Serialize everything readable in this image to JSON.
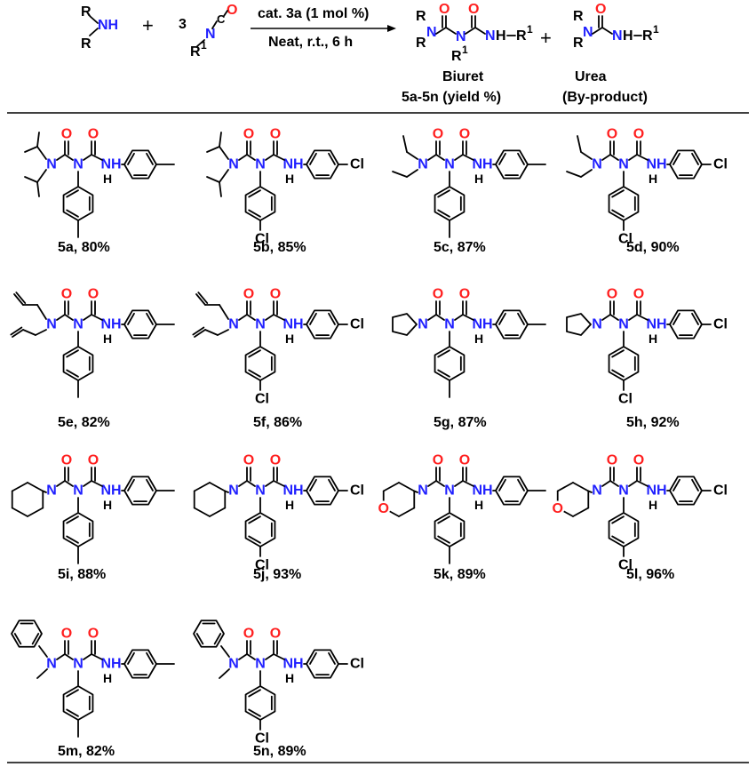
{
  "colors": {
    "nitrogen": "#1f1fff",
    "oxygen": "#ff1f1f",
    "carbon": "#000000"
  },
  "atoms": {
    "N": "N",
    "O": "O",
    "H": "H",
    "NH": "NH",
    "Cl": "Cl",
    "R": "R",
    "R1": "R",
    "sup1": "1"
  },
  "reaction": {
    "amine_R_top": "R",
    "amine_R_bottom": "R",
    "amine_NH": "NH",
    "plus1": "+",
    "coeff": "3",
    "isocyanate_N": "N",
    "isocyanate_C": "C",
    "isocyanate_O": "O",
    "isocyanate_R": "R",
    "isocyanate_sup": "1",
    "cond_top": "cat. 3a (1 mol %)",
    "cond_bottom": "Neat, r.t., 6 h",
    "plus2": "+",
    "biuret_label": "Biuret",
    "biuret_sub": "5a-5n (yield %)",
    "urea_label": "Urea",
    "urea_sub": "(By-product)"
  },
  "products": [
    {
      "id": "5a",
      "label": "5a, 80%"
    },
    {
      "id": "5b",
      "label": "5b, 85%"
    },
    {
      "id": "5c",
      "label": "5c, 87%"
    },
    {
      "id": "5d",
      "label": "5d, 90%"
    },
    {
      "id": "5e",
      "label": "5e, 82%"
    },
    {
      "id": "5f",
      "label": "5f, 86%"
    },
    {
      "id": "5g",
      "label": "5g, 87%"
    },
    {
      "id": "5h",
      "label": "5h, 92%"
    },
    {
      "id": "5i",
      "label": "5i, 88%"
    },
    {
      "id": "5j",
      "label": "5j, 93%"
    },
    {
      "id": "5k",
      "label": "5k, 89%"
    },
    {
      "id": "5l",
      "label": "5l, 96%"
    },
    {
      "id": "5m",
      "label": "5m, 82%"
    },
    {
      "id": "5n",
      "label": "5n, 89%"
    }
  ]
}
